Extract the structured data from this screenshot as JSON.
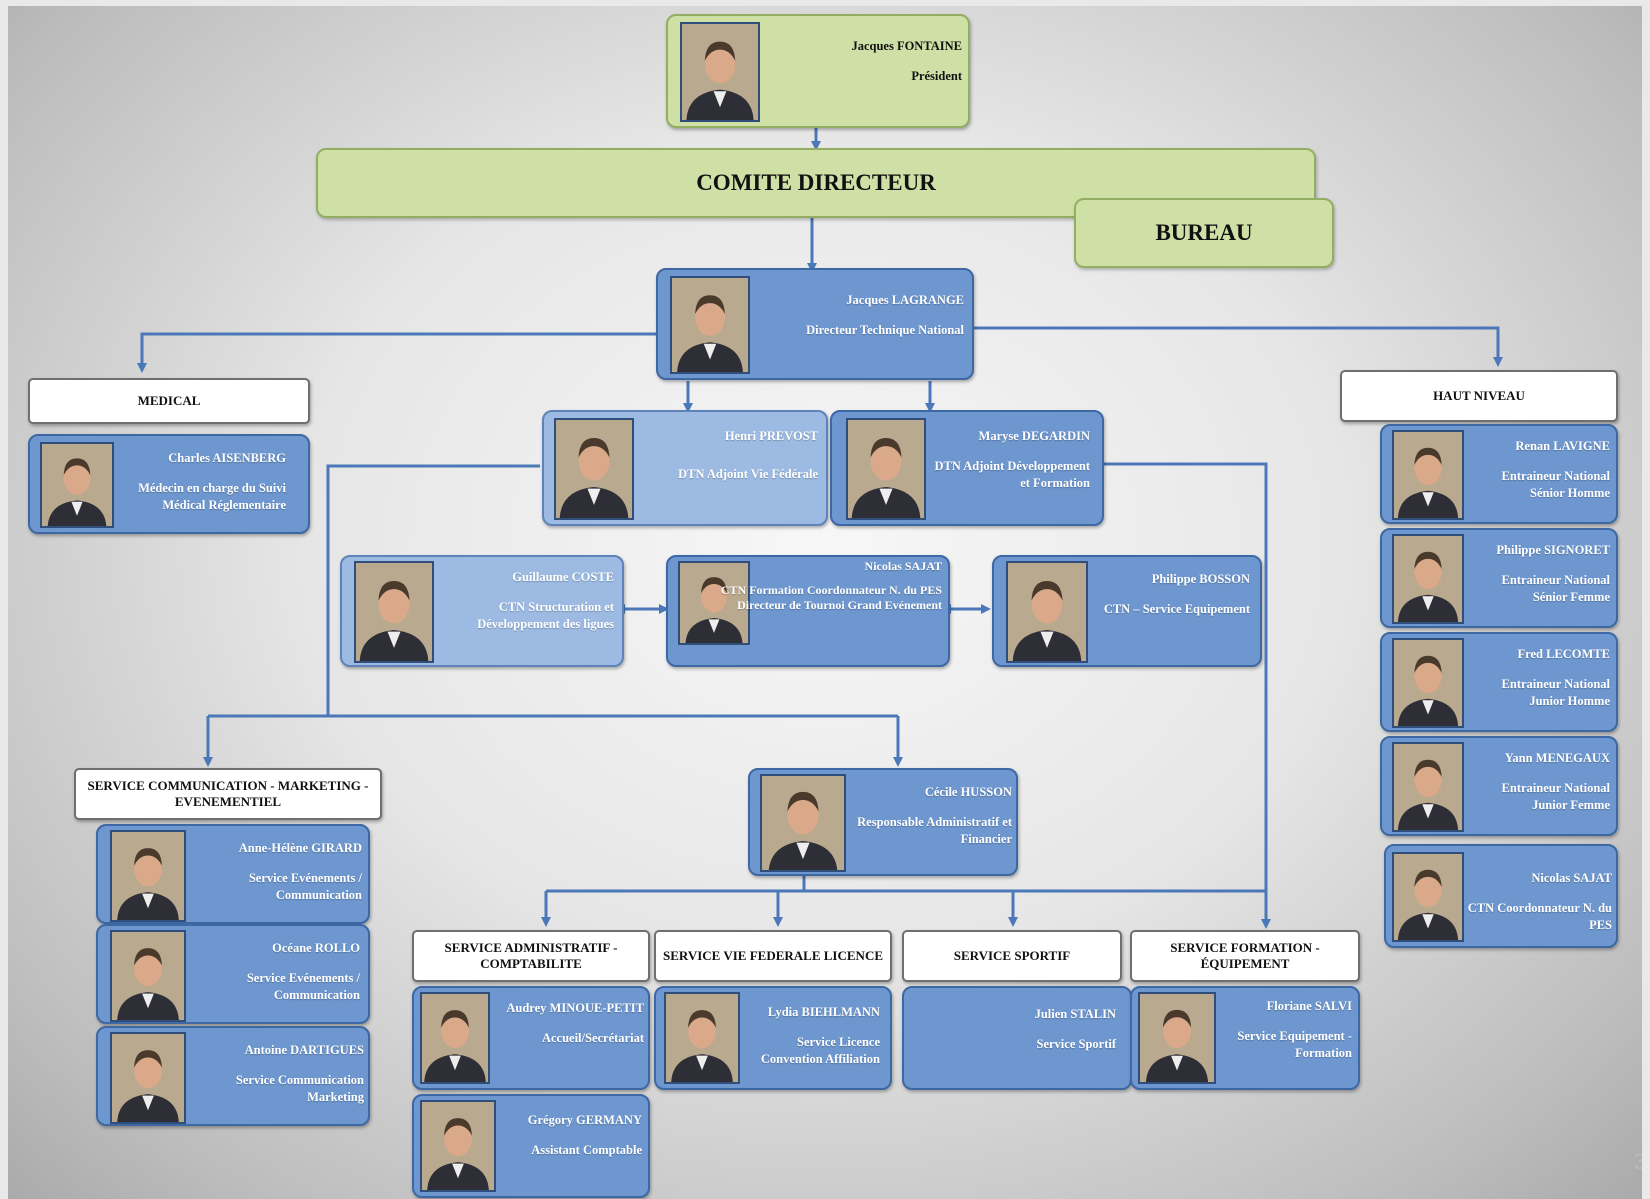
{
  "top": {
    "president": {
      "name": "Jacques FONTAINE",
      "role": "Président"
    },
    "comite": "COMITE DIRECTEUR",
    "bureau": "BUREAU"
  },
  "dtn": {
    "name": "Jacques LAGRANGE",
    "role": "Directeur Technique National"
  },
  "adjoints": [
    {
      "name": "Henri PREVOST",
      "role": "DTN Adjoint Vie Fédérale"
    },
    {
      "name": "Maryse DEGARDIN",
      "role": "DTN Adjoint Développement et Formation"
    }
  ],
  "ctn_row": [
    {
      "name": "Guillaume COSTE",
      "role": "CTN Structuration et Développement des ligues"
    },
    {
      "name": "Nicolas SAJAT",
      "role": "CTN Formation Coordonnateur N. du PES Directeur de Tournoi Grand Evénement"
    },
    {
      "name": "Philippe BOSSON",
      "role": "CTN – Service Equipement"
    }
  ],
  "medical": {
    "label": "MEDICAL",
    "members": [
      {
        "name": "Charles AISENBERG",
        "role": "Médecin en charge du Suivi Médical Réglementaire"
      }
    ]
  },
  "haut_niveau": {
    "label": "HAUT NIVEAU",
    "members": [
      {
        "name": "Renan LAVIGNE",
        "role": "Entraineur National Sénior Homme"
      },
      {
        "name": "Philippe SIGNORET",
        "role": "Entraineur National Sénior Femme"
      },
      {
        "name": "Fred LECOMTE",
        "role": "Entraineur National Junior Homme"
      },
      {
        "name": "Yann MENEGAUX",
        "role": "Entraineur National Junior Femme"
      },
      {
        "name": "Nicolas SAJAT",
        "role": "CTN Coordonnateur N. du PES"
      }
    ]
  },
  "communication": {
    "label": "SERVICE COMMUNICATION - MARKETING - EVENEMENTIEL",
    "members": [
      {
        "name": "Anne-Hélène GIRARD",
        "role": "Service Evénements / Communication"
      },
      {
        "name": "Océane ROLLO",
        "role": "Service Evénements / Communication"
      },
      {
        "name": "Antoine DARTIGUES",
        "role": "Service Communication Marketing"
      }
    ]
  },
  "admin_head": {
    "name": "Cécile HUSSON",
    "role": "Responsable Administratif et Financier"
  },
  "services": [
    {
      "label": "SERVICE ADMINISTRATIF - COMPTABILITE",
      "members": [
        {
          "name": "Audrey MINOUE-PETIT",
          "role": "Accueil/Secrétariat"
        },
        {
          "name": "Grégory GERMANY",
          "role": "Assistant Comptable"
        }
      ]
    },
    {
      "label": "SERVICE VIE FEDERALE LICENCE",
      "members": [
        {
          "name": "Lydia BIEHLMANN",
          "role": "Service Licence Convention Affiliation"
        }
      ]
    },
    {
      "label": "SERVICE SPORTIF",
      "members": [
        {
          "name": "Julien STALIN",
          "role": "Service Sportif"
        }
      ]
    },
    {
      "label": "SERVICE FORMATION - ÉQUIPEMENT",
      "members": [
        {
          "name": "Floriane SALVI",
          "role": "Service Equipement - Formation"
        }
      ]
    }
  ],
  "page_number": "3",
  "colors": {
    "card": "#6e97cf",
    "card_light": "#9dbbe2",
    "green": "#cfe0a6",
    "line": "#4a78b8"
  }
}
